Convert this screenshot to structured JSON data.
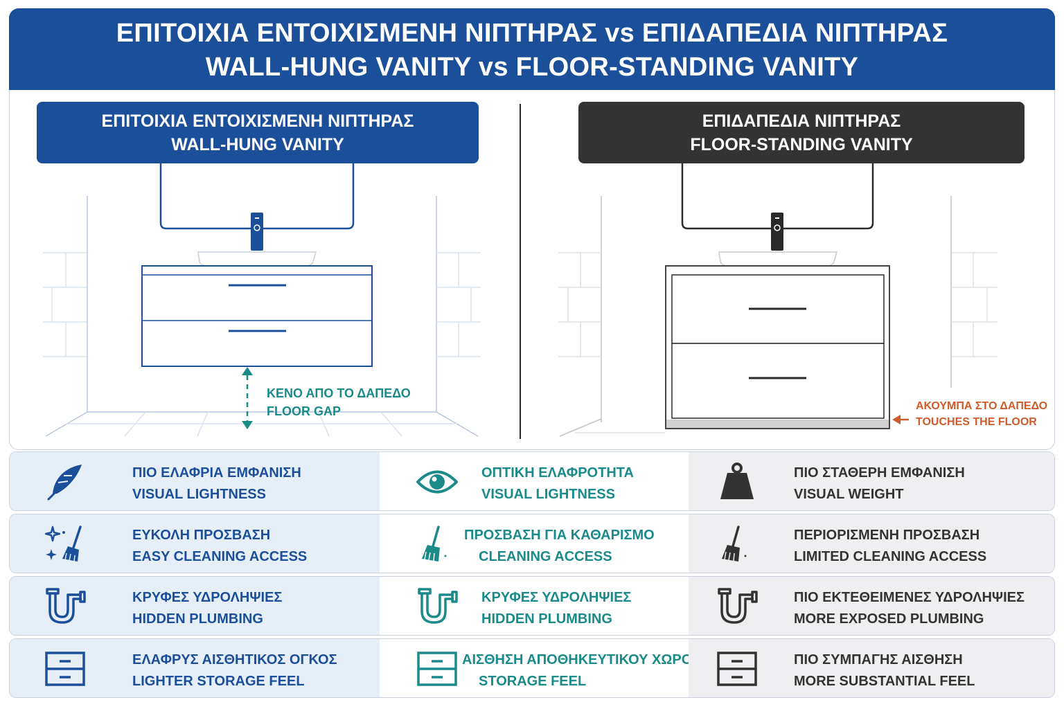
{
  "title": {
    "line1": "ΕΠΙΤΟΙΧΙΑ ΕΝΤΟΙΧΙΣΜΕΝΗ ΝΙΠΤΗΡΑΣ vs ΕΠΙΔΑΠΕΔΙΑ ΝΙΠΤΗΡΑΣ",
    "line2": "WALL-HUNG VANITY vs FLOOR-STANDING VANITY"
  },
  "left_section": {
    "title_gr": "ΕΠΙΤΟΙΧΙΑ ΕΝΤΟΙΧΙΣΜΕΝΗ ΝΙΠΤΗΡΑΣ",
    "title_en": "WALL-HUNG VANITY",
    "callout_gr": "ΚΕΝΟ ΑΠΟ ΤΟ ΔΑΠΕΔΟ",
    "callout_en": "FLOOR GAP"
  },
  "right_section": {
    "title_gr": "ΕΠΙΔΑΠΕΔΙΑ ΝΙΠΤΗΡΑΣ",
    "title_en": "FLOOR-STANDING VANITY",
    "callout_gr": "ΑΚΟΥΜΠΑ ΣΤΟ ΔΑΠΕΔΟ",
    "callout_en": "TOUCHES THE FLOOR"
  },
  "colors": {
    "primary_blue": "#1c4f9a",
    "teal": "#1a8a8a",
    "dark": "#333333",
    "orange": "#cf5a2a"
  },
  "rows": [
    {
      "c1": {
        "icon": "feather-icon",
        "gr": "ΠΙΟ ΕΛΑΦΡΙΑ ΕΜΦΑΝΙΣΗ",
        "en": "VISUAL LIGHTNESS"
      },
      "c2": {
        "icon": "eye-icon",
        "gr": "ΟΠΤΙΚΗ ΕΛΑΦΡΟΤΗΤΑ",
        "en": "VISUAL LIGHTNESS"
      },
      "c3": {
        "icon": "weight-icon",
        "gr": "ΠΙΟ ΣΤΑΘΕΡΗ ΕΜΦΑΝΙΣΗ",
        "en": "VISUAL WEIGHT"
      }
    },
    {
      "c1": {
        "icon": "sparkle-broom-icon",
        "gr": "ΕΥΚΟΛΗ ΠΡΟΣΒΑΣΗ",
        "en": "EASY CLEANING ACCESS"
      },
      "c2": {
        "icon": "broom-icon",
        "gr": "ΠΡΟΣΒΑΣΗ ΓΙΑ ΚΑΘΑΡΙΣΜΟ",
        "en": "CLEANING ACCESS"
      },
      "c3": {
        "icon": "broom-icon",
        "gr": "ΠΕΡΙΟΡΙΣΜΕΝΗ ΠΡΟΣΒΑΣΗ",
        "en": "LIMITED CLEANING ACCESS"
      }
    },
    {
      "c1": {
        "icon": "pipe-icon",
        "gr": "ΚΡΥΦΕΣ ΥΔΡΟΛΗΨΙΕΣ",
        "en": "HIDDEN PLUMBING"
      },
      "c2": {
        "icon": "pipe-icon",
        "gr": "ΚΡΥΦΕΣ ΥΔΡΟΛΗΨΙΕΣ",
        "en": "HIDDEN PLUMBING"
      },
      "c3": {
        "icon": "pipe-icon",
        "gr": "ΠΙΟ ΕΚΤΕΘΕΙΜΕΝΕΣ ΥΔΡΟΛΗΨΙΕΣ",
        "en": "MORE EXPOSED PLUMBING"
      }
    },
    {
      "c1": {
        "icon": "drawer-icon",
        "gr": "ΕΛΑΦΡΥΣ ΑΙΣΘΗΤΙΚΟΣ ΟΓΚΟΣ",
        "en": "LIGHTER STORAGE FEEL"
      },
      "c2": {
        "icon": "drawer-icon",
        "gr": "ΑΙΣΘΗΣΗ ΑΠΟΘΗΚΕΥΤΙΚΟΥ ΧΩΡΟΥ",
        "en": "STORAGE FEEL"
      },
      "c3": {
        "icon": "drawer-icon",
        "gr": "ΠΙΟ ΣΥΜΠΑΓΗΣ ΑΙΣΘΗΣΗ",
        "en": "MORE SUBSTANTIAL FEEL"
      }
    }
  ]
}
